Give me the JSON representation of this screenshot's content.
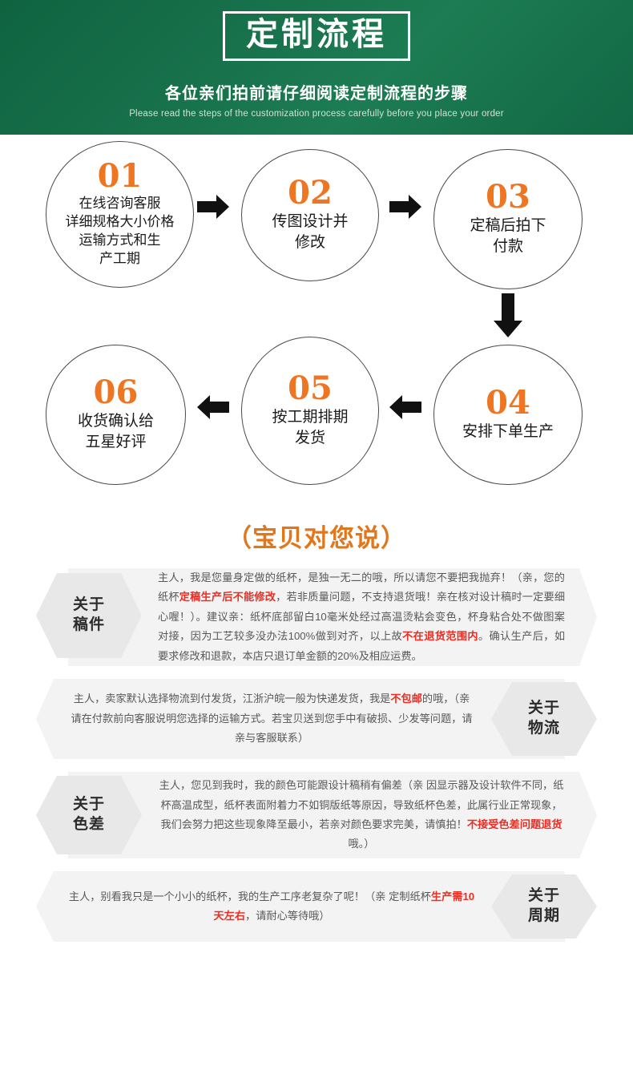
{
  "header": {
    "title": "定制流程",
    "subtitle_cn": "各位亲们拍前请仔细阅读定制流程的步骤",
    "subtitle_en": "Please read the steps of the customization process carefully before you place your order",
    "bg_color_start": "#0f6340",
    "bg_color_end": "#1d7c53"
  },
  "flow": {
    "number_color": "#ee7623",
    "steps": [
      {
        "num": "01",
        "text": "在线咨询客服\n详细规格大小价格\n运输方式和生\n产工期"
      },
      {
        "num": "02",
        "text": "传图设计并\n修改"
      },
      {
        "num": "03",
        "text": "定稿后拍下\n付款"
      },
      {
        "num": "04",
        "text": "安排下单生产"
      },
      {
        "num": "05",
        "text": "按工期排期\n发货"
      },
      {
        "num": "06",
        "text": "收货确认给\n五星好评"
      }
    ]
  },
  "baby_section": {
    "title": "（宝贝对您说）",
    "title_color": "#e2761b",
    "highlight_color": "#ea2e24",
    "panels": [
      {
        "label": "关于\n稿件",
        "label_line1": "关于",
        "label_line2": "稿件",
        "side": "left",
        "align": "justify",
        "segments": [
          {
            "t": "主人，我是您量身定做的纸杯，是独一无二的哦，所以请您不要把我抛弃！（亲，您的纸杯",
            "hl": false
          },
          {
            "t": "定稿生产后不能修改",
            "hl": true
          },
          {
            "t": "，若非质量问题，不支持退货哦！亲在核对设计稿时一定要细心喔！）。建议亲：纸杯底部留白10毫米处经过高温烫粘会变色，杯身粘合处不做图案对接，因为工艺较多没办法100%做到对齐，以上故",
            "hl": false
          },
          {
            "t": "不在退货范围内",
            "hl": true
          },
          {
            "t": "。确认生产后，如要求修改和退款，本店只退订单金额的20%及相应运费。",
            "hl": false
          }
        ]
      },
      {
        "label": "关于\n物流",
        "label_line1": "关于",
        "label_line2": "物流",
        "side": "right",
        "align": "center",
        "segments": [
          {
            "t": "主人，卖家默认选择物流到付发货，江浙沪皖一般为快递发货，我是",
            "hl": false
          },
          {
            "t": "不包邮",
            "hl": true
          },
          {
            "t": "的哦，（亲 请在付款前向客服说明您选择的运输方式。若宝贝送到您手中有破损、少发等问题，请亲与客服联系）",
            "hl": false
          }
        ]
      },
      {
        "label": "关于\n色差",
        "label_line1": "关于",
        "label_line2": "色差",
        "side": "left",
        "align": "center",
        "segments": [
          {
            "t": "主人，您见到我时，我的颜色可能跟设计稿稍有偏差（亲 因显示器及设计软件不同，纸杯高温成型，纸杯表面附着力不如铜版纸等原因，导致纸杯色差，此属行业正常现象，我们会努力把这些现象降至最小，若亲对颜色要求完美，请慎拍！",
            "hl": false
          },
          {
            "t": "不接受色差问题退货",
            "hl": true
          },
          {
            "t": "哦。）",
            "hl": false
          }
        ]
      },
      {
        "label": "关于\n周期",
        "label_line1": "关于",
        "label_line2": "周期",
        "side": "right",
        "align": "center",
        "segments": [
          {
            "t": "主人，别看我只是一个小小的纸杯，我的生产工序老复杂了呢！（亲 定制纸杯",
            "hl": false
          },
          {
            "t": "生产需10天左右",
            "hl": true
          },
          {
            "t": "，请耐心等待哦）",
            "hl": false
          }
        ]
      }
    ]
  }
}
